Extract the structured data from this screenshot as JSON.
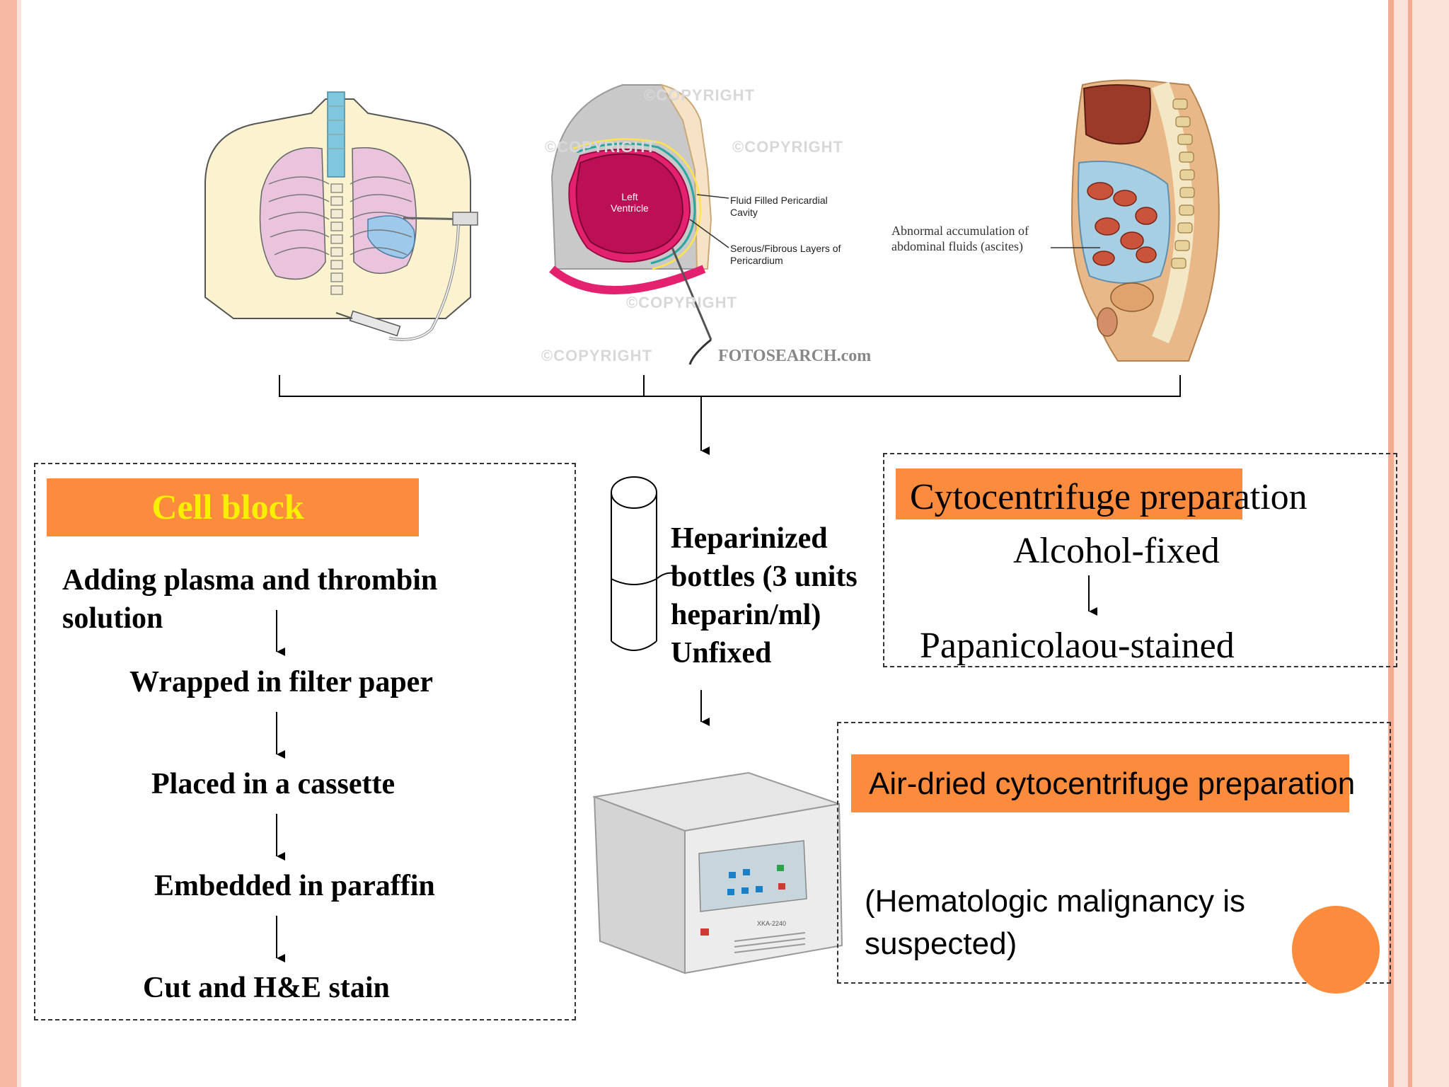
{
  "illustrations": {
    "pericardial": {
      "label_left_ventricle": "Left Ventricle",
      "label_fluid_cavity": "Fluid Filled Pericardial Cavity",
      "label_layers": "Serous/Fibrous Layers of Pericardium",
      "watermarks": [
        "©COPYRIGHT",
        "©COPYRIGHT",
        "©COPYRIGHT",
        "©COPYRIGHT",
        "©COPYRIGHT"
      ],
      "source_mark": "FOTOSEARCH.com"
    },
    "abdomen": {
      "label_ascites": "Abnormal accumulation of abdominal fluids (ascites)"
    }
  },
  "cell_block": {
    "title": "Cell block",
    "steps": [
      "Adding plasma and thrombin solution",
      "Wrapped in filter paper",
      "Placed in a cassette",
      "Embedded in paraffin",
      "Cut and H&E stain"
    ]
  },
  "bottle": {
    "lines": [
      "Heparinized",
      "bottles (3 units",
      "heparin/ml)",
      "Unfixed"
    ]
  },
  "cytocentrifuge": {
    "title": "Cytocentrifuge preparation",
    "step1": "Alcohol-fixed",
    "step2": "Papanicolaou-stained"
  },
  "air_dried": {
    "title": "Air-dried cytocentrifuge preparation",
    "note": "(Hematologic malignancy is suspected)"
  },
  "centrifuge": {
    "model_text": "XKA-2240"
  },
  "colors": {
    "accent_orange": "#fb8c3d",
    "title_yellow": "#f9f000",
    "border_salmon": "#f6b9a4"
  }
}
